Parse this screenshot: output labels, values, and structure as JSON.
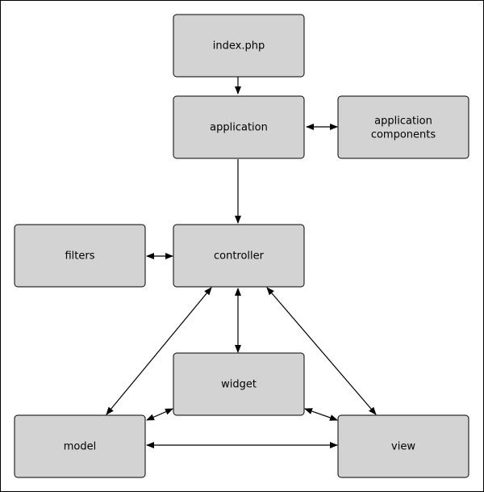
{
  "diagram": {
    "nodes": {
      "index": {
        "lines": [
          "index.php"
        ]
      },
      "application": {
        "lines": [
          "application"
        ]
      },
      "components": {
        "lines": [
          "application",
          "components"
        ]
      },
      "filters": {
        "lines": [
          "filters"
        ]
      },
      "controller": {
        "lines": [
          "controller"
        ]
      },
      "widget": {
        "lines": [
          "widget"
        ]
      },
      "model": {
        "lines": [
          "model"
        ]
      },
      "view": {
        "lines": [
          "view"
        ]
      }
    },
    "edges": [
      {
        "from": "index",
        "to": "application",
        "direction": "forward"
      },
      {
        "from": "application",
        "to": "components",
        "direction": "both"
      },
      {
        "from": "application",
        "to": "controller",
        "direction": "forward"
      },
      {
        "from": "filters",
        "to": "controller",
        "direction": "both"
      },
      {
        "from": "controller",
        "to": "widget",
        "direction": "both"
      },
      {
        "from": "controller",
        "to": "model",
        "direction": "both"
      },
      {
        "from": "controller",
        "to": "view",
        "direction": "both"
      },
      {
        "from": "widget",
        "to": "model",
        "direction": "both"
      },
      {
        "from": "widget",
        "to": "view",
        "direction": "both"
      },
      {
        "from": "model",
        "to": "view",
        "direction": "both"
      }
    ],
    "colors": {
      "box_fill": "#d3d3d3",
      "stroke": "#000000",
      "background": "#ffffff"
    }
  }
}
